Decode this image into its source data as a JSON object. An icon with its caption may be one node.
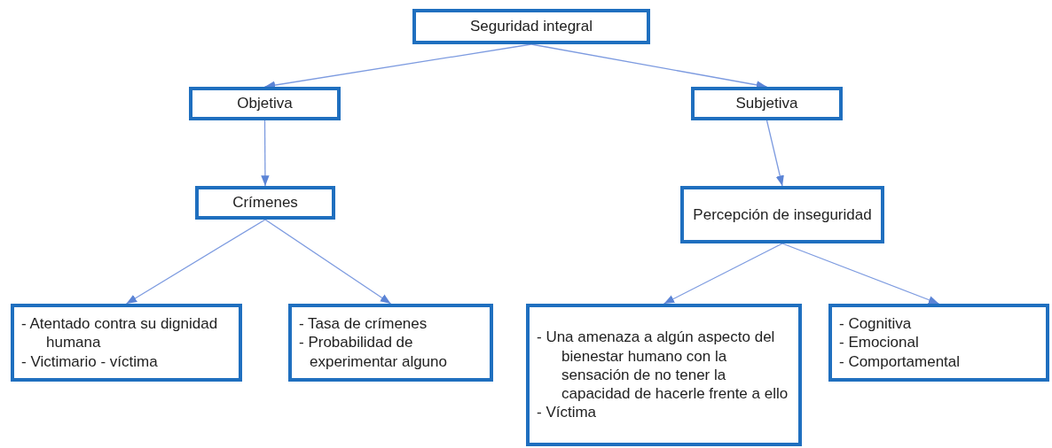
{
  "diagram": {
    "nodes": [
      {
        "text": [
          "Seguridad integral"
        ]
      },
      {
        "text": [
          "Objetiva"
        ]
      },
      {
        "text": [
          "Subjetiva"
        ]
      },
      {
        "text": [
          "Crímenes"
        ]
      },
      {
        "text": [
          "Percepción de inseguridad"
        ]
      },
      {
        "text": [
          "- Atentado contra su dignidad humana",
          "- Victimario - víctima"
        ]
      },
      {
        "text": [
          "- Tasa de crímenes",
          "- Probabilidad de experimentar alguno"
        ]
      },
      {
        "text": [
          "- Una amenaza a algún aspecto del bienestar humano con la sensación de no tener la capacidad de hacerle frente a ello",
          "- Víctima"
        ]
      },
      {
        "text": [
          "- Cognitiva",
          "- Emocional",
          "- Comportamental"
        ]
      }
    ],
    "edges": [
      {
        "from": 0,
        "to": 1,
        "arrow": "to"
      },
      {
        "from": 0,
        "to": 2,
        "arrow": "to"
      },
      {
        "from": 1,
        "to": 3,
        "arrow": "to"
      },
      {
        "from": 2,
        "to": 4,
        "arrow": "to"
      },
      {
        "from": 3,
        "to": 5,
        "arrow": "to"
      },
      {
        "from": 3,
        "to": 6,
        "arrow": "to"
      },
      {
        "from": 4,
        "to": 7,
        "arrow": "to"
      },
      {
        "from": 4,
        "to": 8,
        "arrow": "to"
      }
    ]
  }
}
